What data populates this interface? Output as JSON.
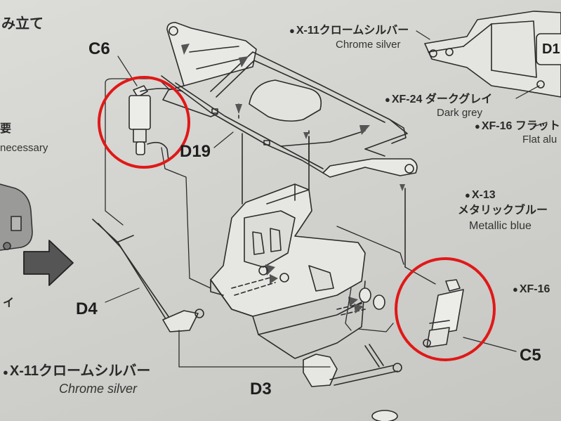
{
  "header": {
    "step_title_fragment": "み立て"
  },
  "left_notes": {
    "jp_fragment": "要",
    "en_fragment": "necessary",
    "jp_fragment2": "イ"
  },
  "parts": {
    "c6": "C6",
    "c5": "C5",
    "d19": "D19",
    "d4": "D4",
    "d3": "D3",
    "d1_fragment": "D1"
  },
  "paint": {
    "x11_top": {
      "jp": "X-11クロームシルバー",
      "en": "Chrome silver"
    },
    "xf24": {
      "jp": "XF-24 ダークグレイ",
      "en": "Dark grey"
    },
    "xf16": {
      "jp": "XF-16 フラット",
      "en": "Flat alu"
    },
    "x13": {
      "code": "X-13",
      "jp": "メタリックブルー",
      "en": "Metallic blue"
    },
    "xf16_fragment": "XF-16",
    "x11_bottom": {
      "jp": "X-11クロームシルバー",
      "en": "Chrome silver"
    }
  },
  "colors": {
    "highlight_circle": "#e01818",
    "line_art": "#2c2c2c",
    "arrow_fill": "#555555",
    "paper": "#d6d6d2"
  },
  "icons": {
    "bullet": "●",
    "arrow": "➡"
  }
}
